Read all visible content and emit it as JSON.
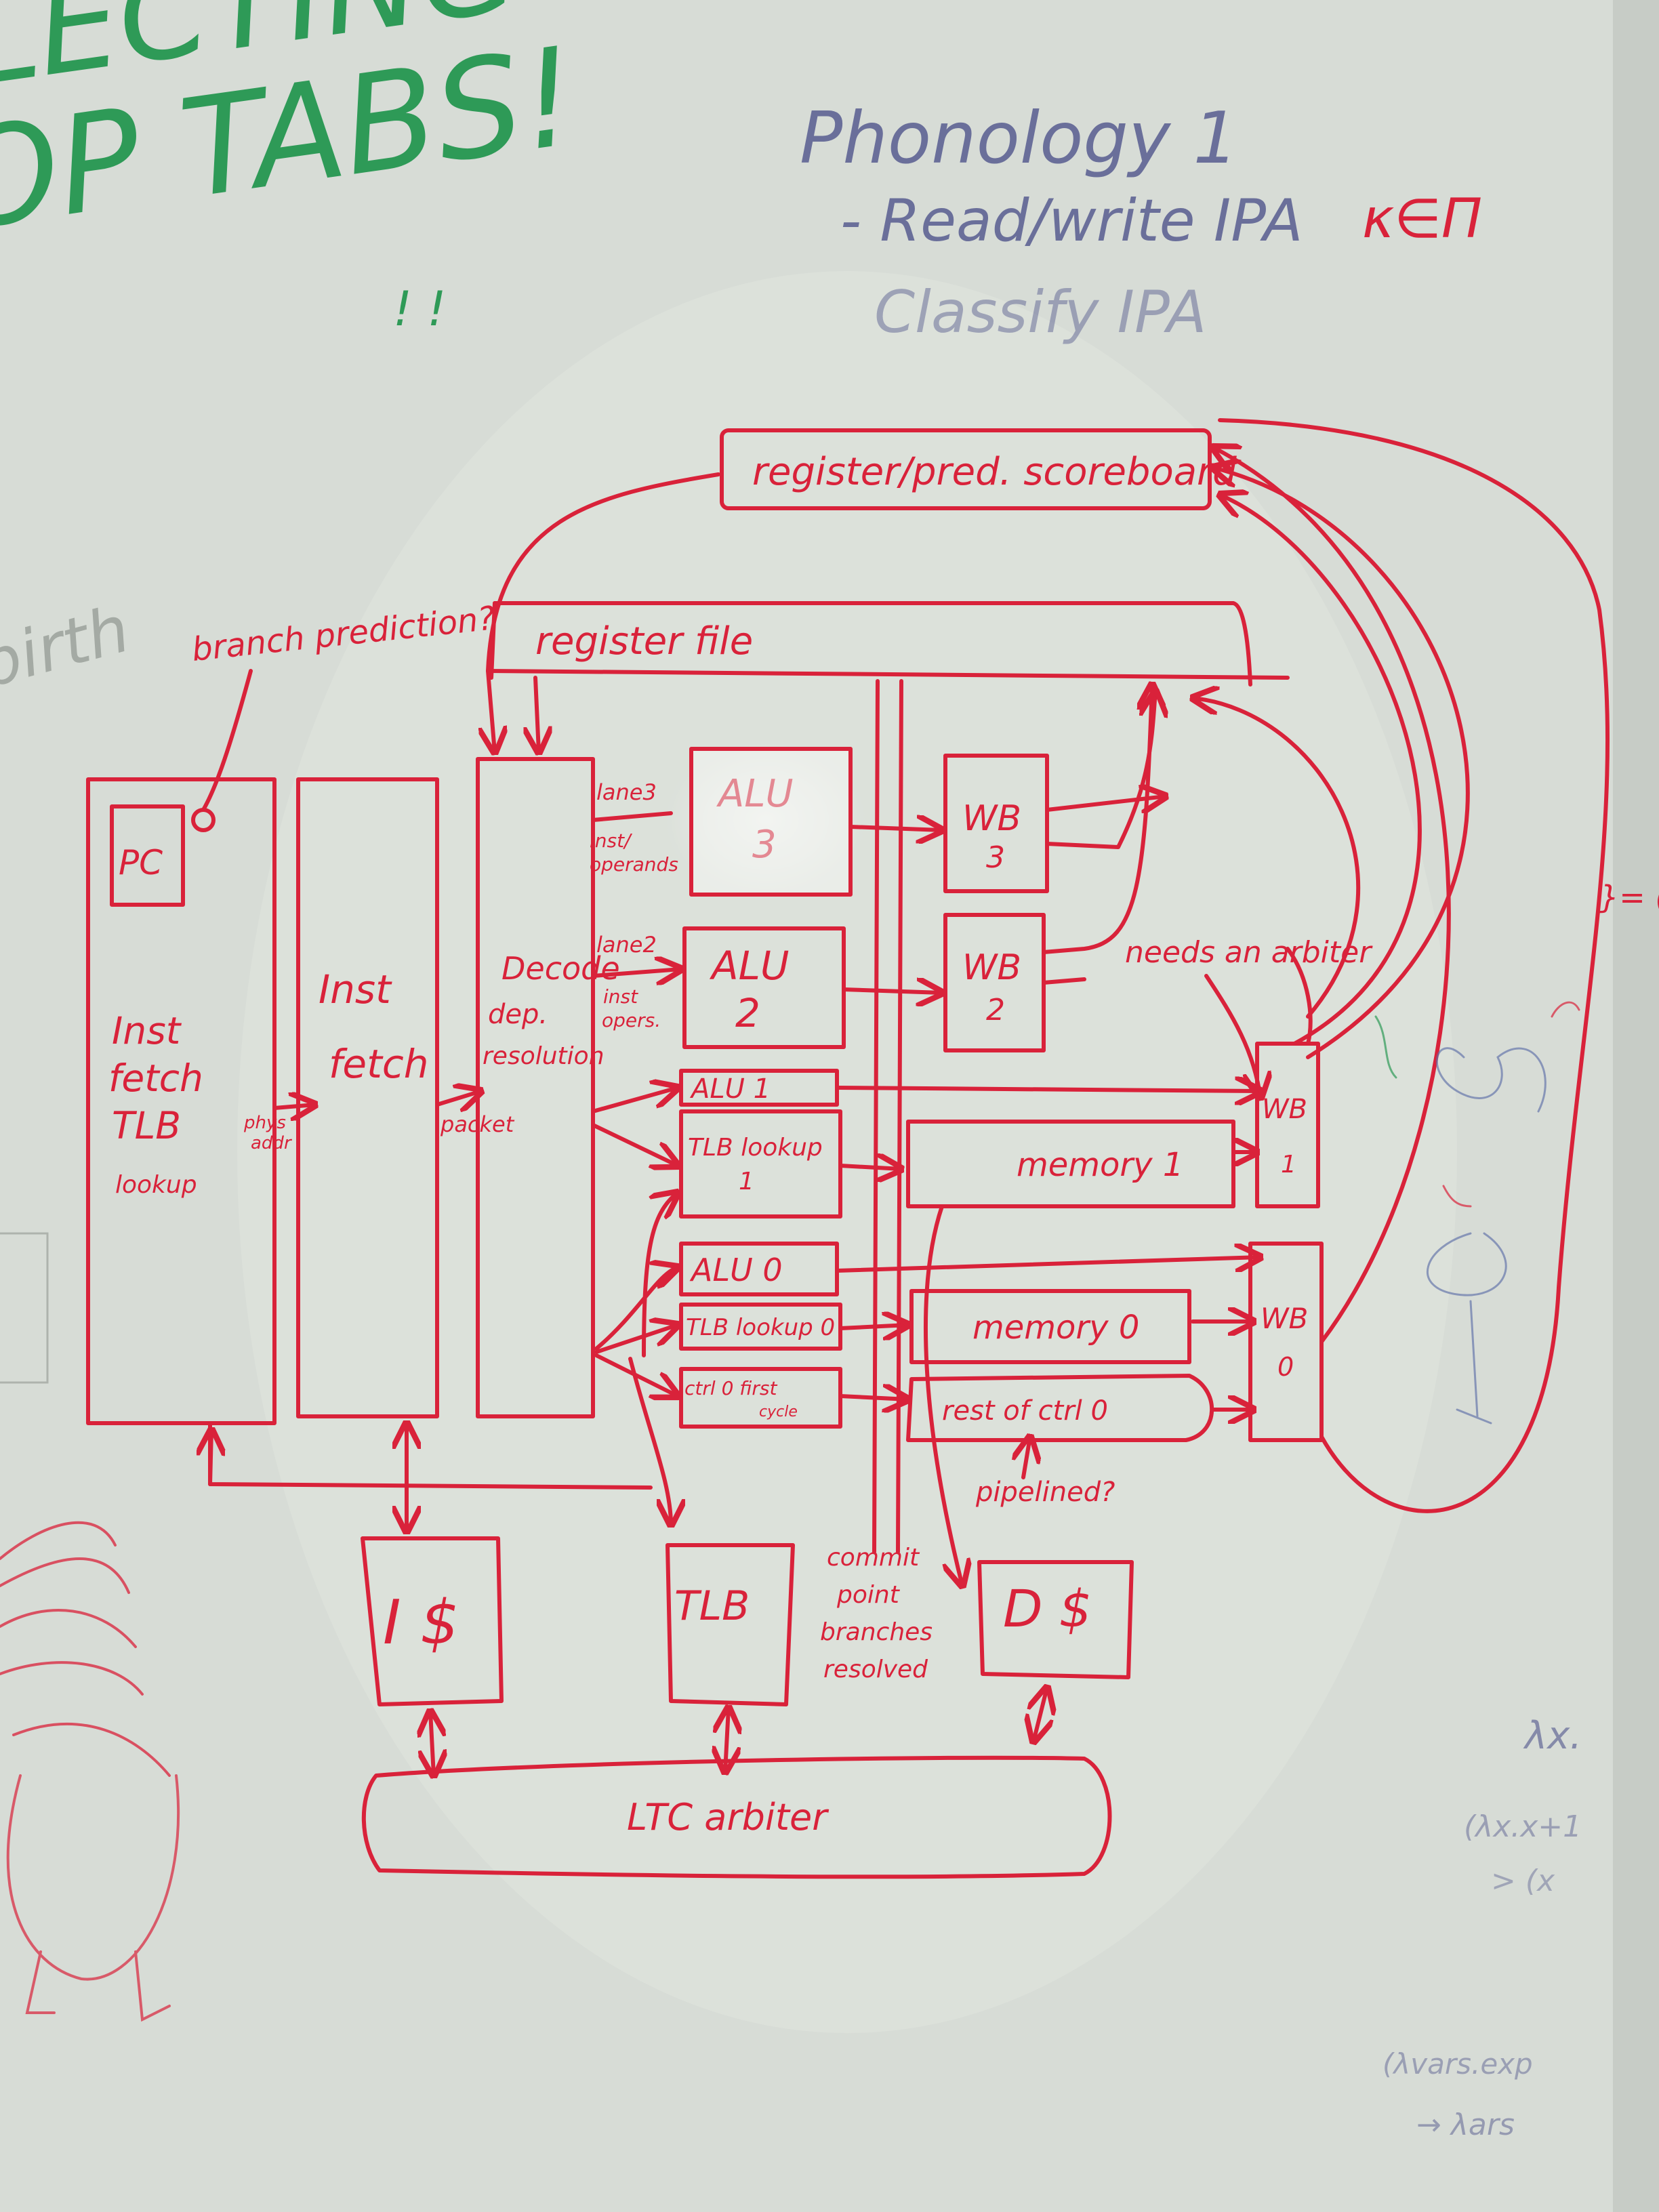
{
  "scene": {
    "colors": {
      "board": "#d7dcd6",
      "marker_red": "#d9223a",
      "marker_blue": "#6a6f9a",
      "marker_green": "#2e9a57",
      "faint": "#8f968f"
    },
    "top_notes": {
      "green_scrawl_1": "LECTING",
      "green_scrawl_2": "OP TABS!",
      "green_marks": "! !",
      "blue_title": "Phonology 1",
      "blue_line_1": "- Read/write IPA",
      "blue_line_2": "Classify IPA",
      "red_note": "κ∈Π",
      "gray_left": "birth"
    },
    "diagram": {
      "scoreboard": "register/pred. scoreboard",
      "register_file": "register file",
      "branch_prediction": "branch prediction?",
      "pc": "PC",
      "stage_1": [
        "Inst",
        "fetch",
        "TLB",
        "lookup"
      ],
      "stage_1_arrow": [
        "phys",
        "addr"
      ],
      "stage_2": [
        "Inst",
        "fetch"
      ],
      "stage_2_arrow": "packet",
      "stage_3": [
        "Decode",
        "dep.",
        "resolution"
      ],
      "lane3": "lane3",
      "lane3_sub": [
        "inst/",
        "operands"
      ],
      "lane2": "lane2",
      "lane2_sub": [
        "inst",
        "opers."
      ],
      "alu3": [
        "ALU",
        "3"
      ],
      "alu2": [
        "ALU",
        "2"
      ],
      "alu1": "ALU 1",
      "tlb_lookup_1": [
        "TLB lookup",
        "1"
      ],
      "alu0": "ALU 0",
      "tlb_lookup_0": "TLB lookup 0",
      "ctrl0": [
        "ctrl 0 first",
        "cycle"
      ],
      "wb3": [
        "WB",
        "3"
      ],
      "wb2": [
        "WB",
        "2"
      ],
      "wb1": [
        "WB",
        "1"
      ],
      "wb0": [
        "WB",
        "0"
      ],
      "memory1": "memory 1",
      "memory0": "memory 0",
      "rest_ctrl0": "rest of ctrl 0",
      "pipelined": "pipelined?",
      "needs_arbiter": "needs an arbiter",
      "commit": [
        "commit",
        "point",
        "branches",
        "resolved"
      ],
      "icache": "I $",
      "tlb": "TLB",
      "dcache": "D $",
      "ltc": "LTC arbiter"
    },
    "right_edge": {
      "lambda_1": "λx.",
      "lambda_2": "(λx.x+1",
      "lambda_3": "> (x",
      "lambda_4": "(λvars.exp",
      "lambda_5": "→ λars",
      "eq": "}= ("
    }
  }
}
